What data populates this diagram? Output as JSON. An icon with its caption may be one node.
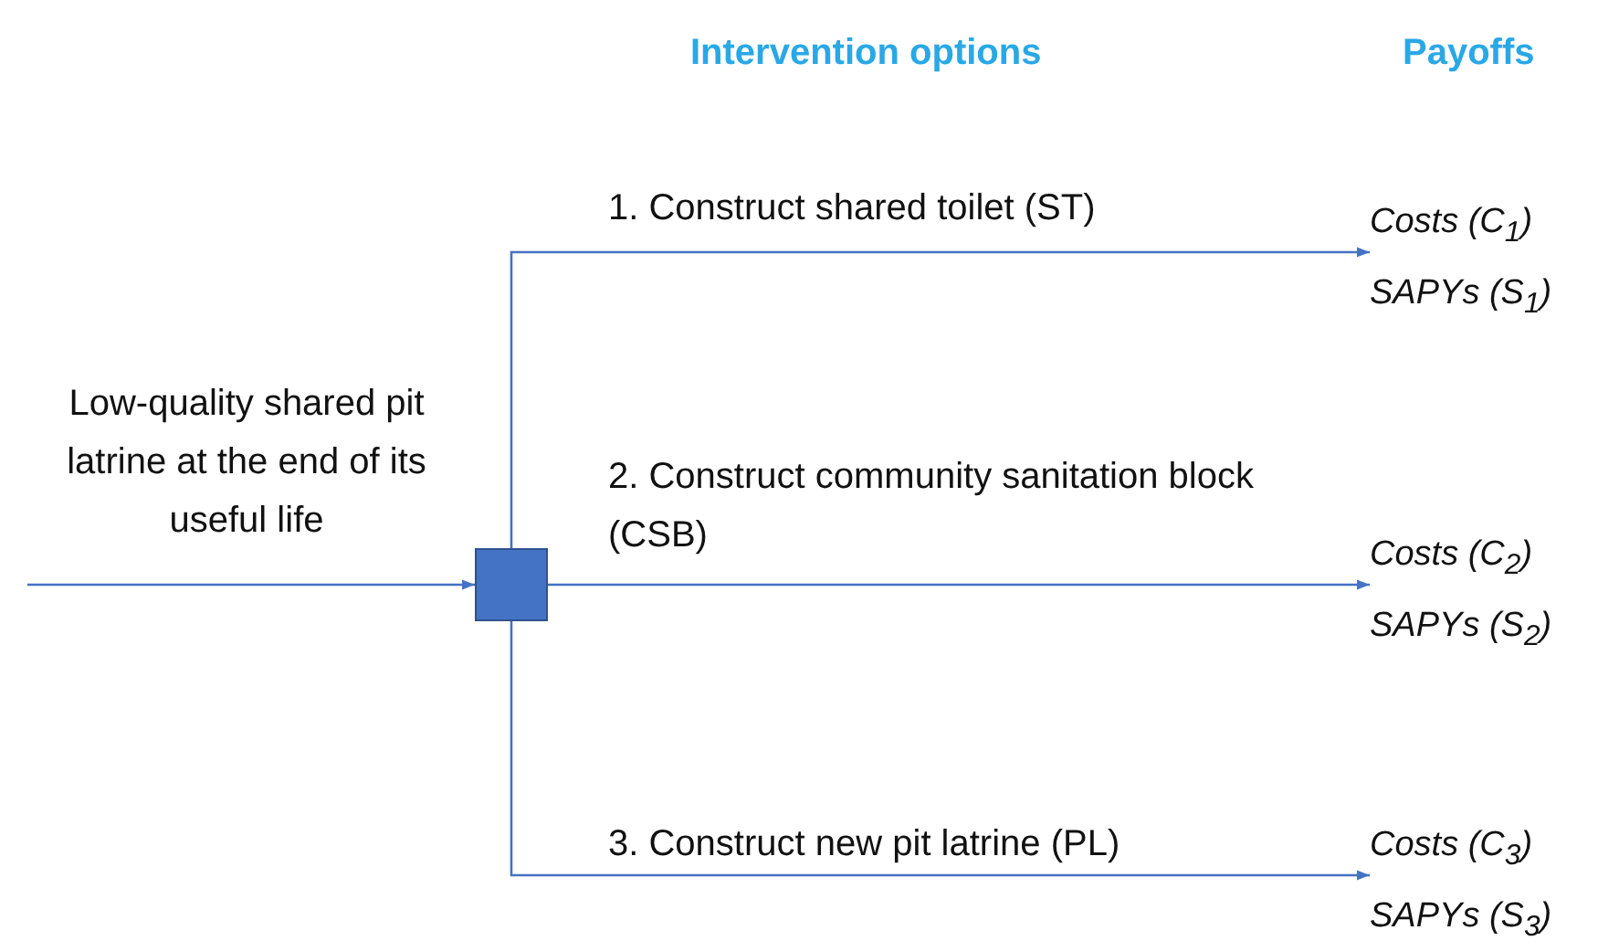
{
  "diagram": {
    "nodes": [
      {
        "text": [],
        "shape": "box"
      },
      {
        "text": [
          "Costs (C$_{1}$)",
          "SAPYs (S$_{1}$)"
        ]
      },
      {
        "text": [
          "Costs (C$_{2}$)",
          "SAPYs (S$_{2}$)"
        ]
      },
      {
        "text": [
          "Costs (C$_{3}$)",
          "SAPYs (S$_{3}$)"
        ]
      }
    ],
    "edges": [
      {
        "from": null,
        "to": 0,
        "arrow": "to",
        "label": "Low-quality shared pit latrine at the end of its useful life"
      },
      {
        "from": 0,
        "to": 1,
        "arrow": "to",
        "label": "1. Construct shared toilet (ST)"
      },
      {
        "from": 0,
        "to": 2,
        "arrow": "to",
        "label": "2. Construct community sanitation block (CSB)"
      },
      {
        "from": 0,
        "to": 3,
        "arrow": "to",
        "label": "3. Construct new pit latrine (PL)"
      }
    ],
    "labels": [
      "Intervention options",
      "Payoffs"
    ]
  }
}
